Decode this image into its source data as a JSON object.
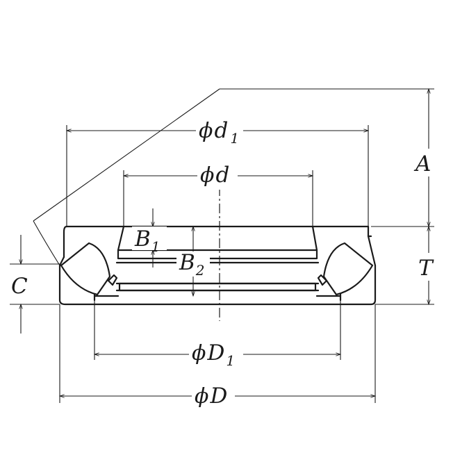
{
  "diagram": {
    "labels": {
      "d1": {
        "phi": "ϕ",
        "main": "d",
        "sub": "1"
      },
      "d": {
        "phi": "ϕ",
        "main": "d"
      },
      "A": {
        "main": "A"
      },
      "T": {
        "main": "T"
      },
      "B1": {
        "main": "B",
        "sub": "1"
      },
      "B2": {
        "main": "B",
        "sub": "2"
      },
      "C": {
        "main": "C"
      },
      "D1": {
        "phi": "ϕ",
        "main": "D",
        "sub": "1"
      },
      "D": {
        "phi": "ϕ",
        "main": "D"
      }
    }
  }
}
